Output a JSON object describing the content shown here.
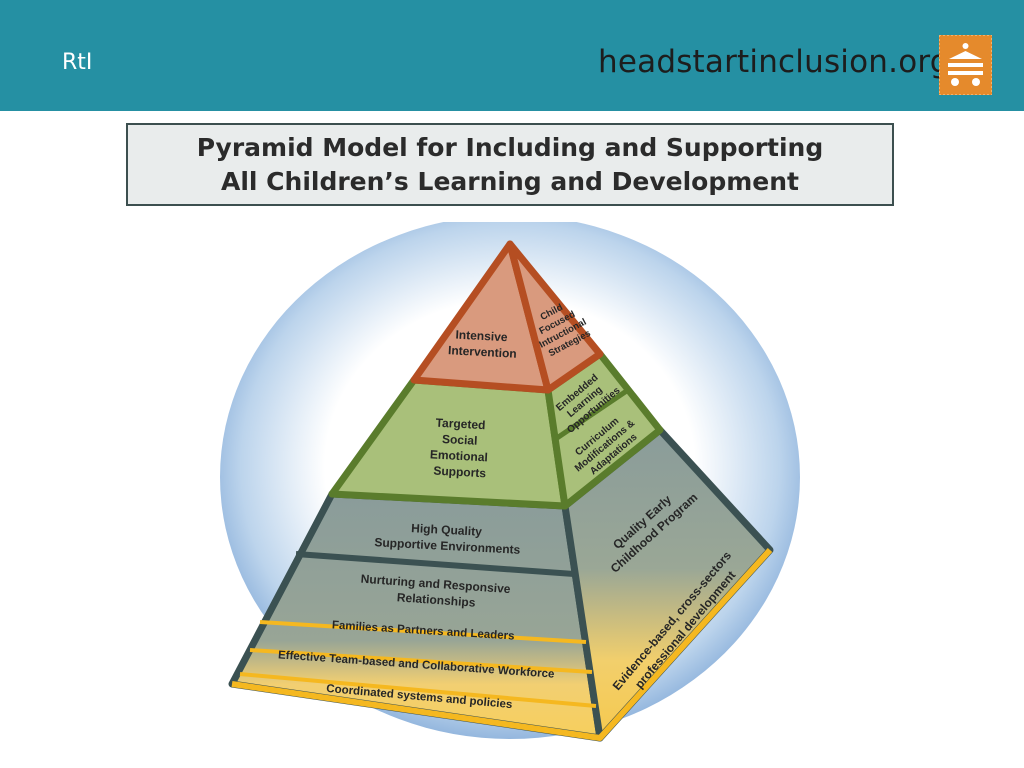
{
  "header": {
    "slide_title": "RtI",
    "brand": "headstartinclusion.org",
    "colors": {
      "header_bg": "#2590a3",
      "logo_bg": "#e58a2c"
    }
  },
  "title": {
    "line1": "Pyramid Model for Including and Supporting",
    "line2": "All Children’s Learning and Development"
  },
  "pyramid": {
    "apex_left": [
      "Intensive",
      "Intervention"
    ],
    "apex_right": [
      "Child",
      "Focused",
      "Intructional",
      "Strategies"
    ],
    "green_left": [
      "Targeted",
      "Social",
      "Emotional",
      "Supports"
    ],
    "green_right_top": [
      "Embedded",
      "Learning",
      "Opportunities"
    ],
    "green_right_bottom": [
      "Curriculum",
      "Modifications &",
      "Adaptations"
    ],
    "base_1": [
      "High Quality",
      "Supportive Environments"
    ],
    "base_2": [
      "Nurturing and Responsive",
      "Relationships"
    ],
    "families": "Families as Partners and Leaders",
    "team": "Effective Team-based and Collaborative Workforce",
    "coordinated": "Coordinated systems and policies",
    "side_upper": [
      "Quality Early",
      "Childhood Program"
    ],
    "side_lower": [
      "Evidence-based, cross-sectors",
      "professional development"
    ]
  }
}
